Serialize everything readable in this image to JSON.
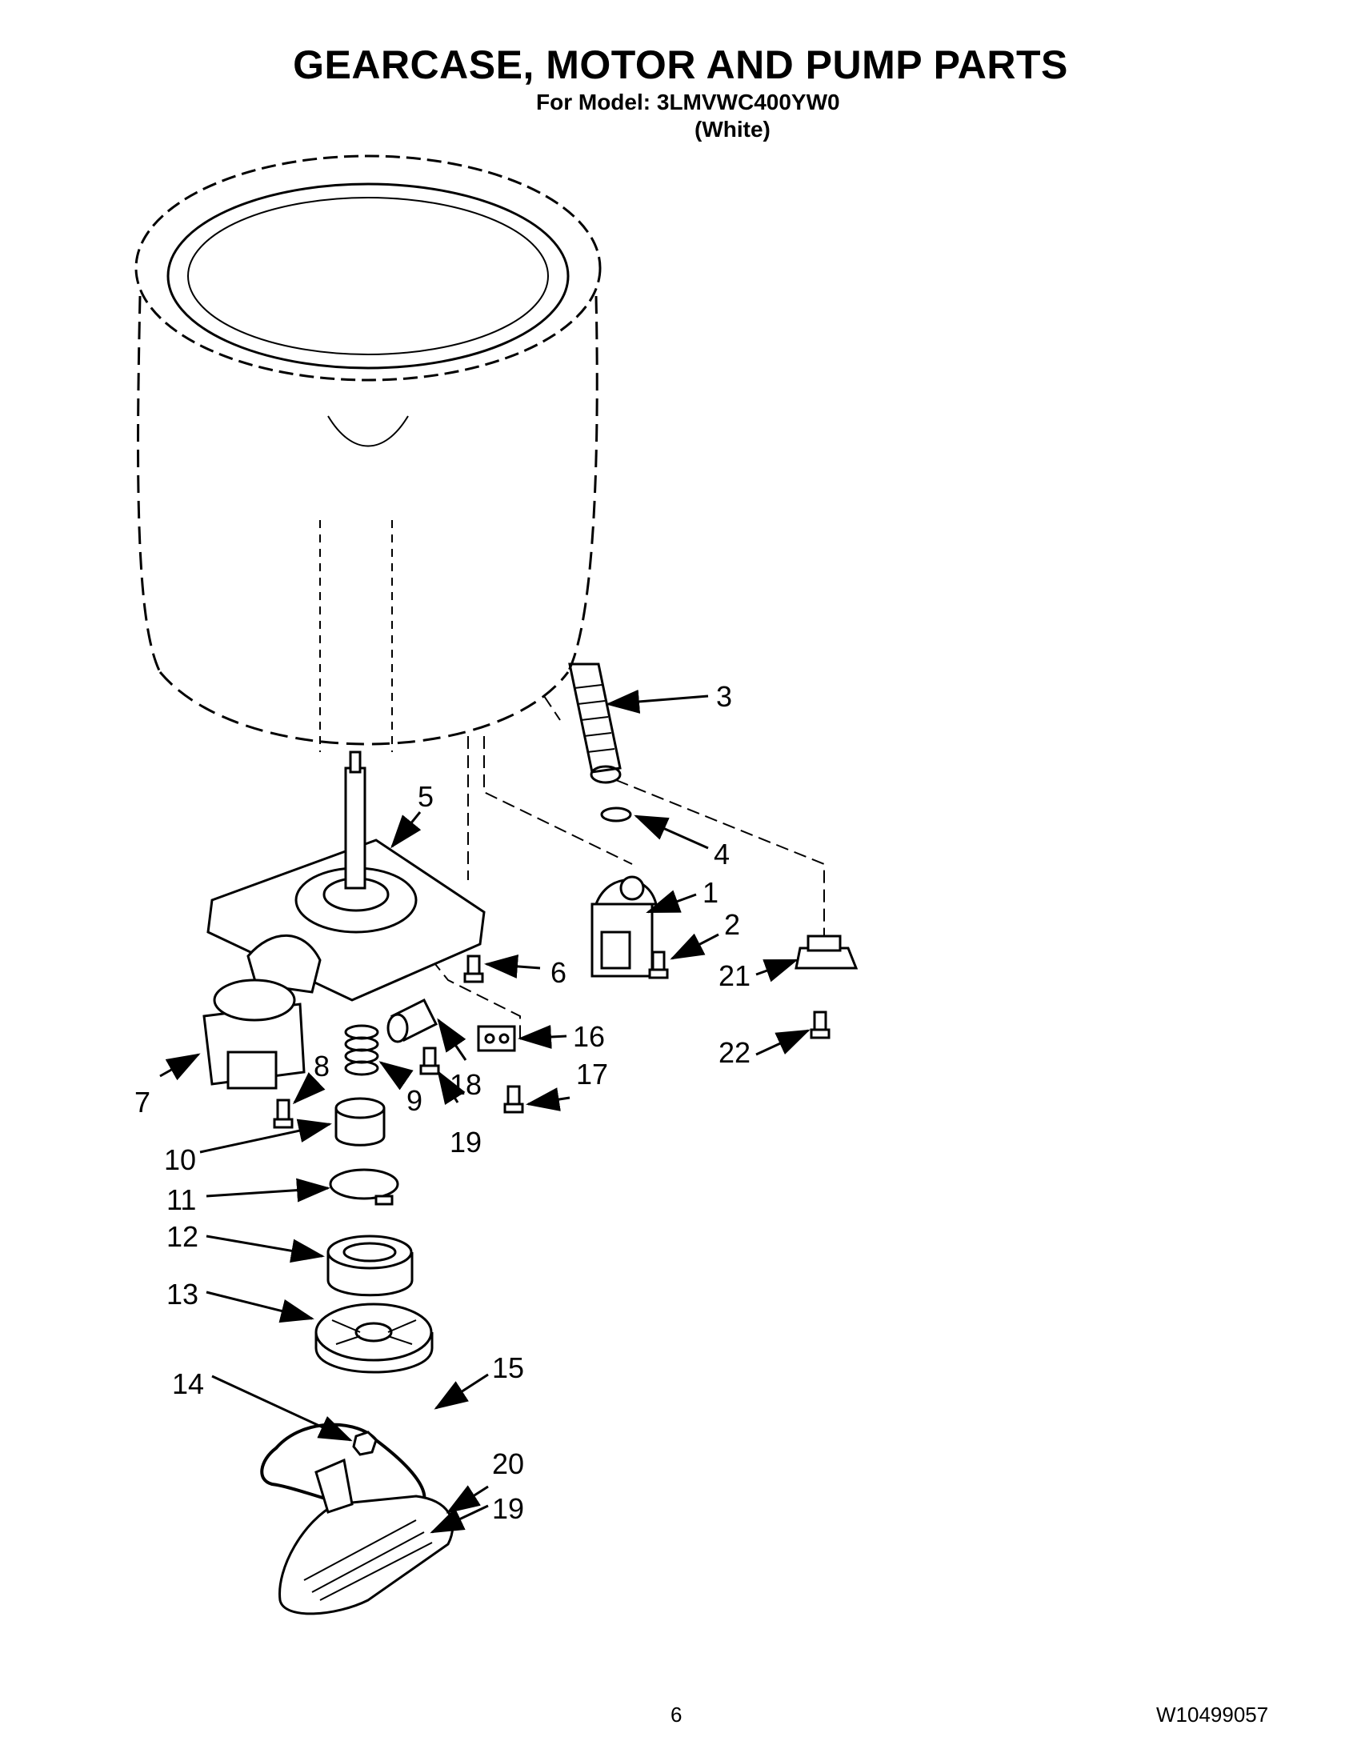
{
  "title": "GEARCASE, MOTOR AND PUMP PARTS",
  "model_line": "For Model: 3LMVWC400YW0",
  "color_line": "(White)",
  "footer": {
    "page": "6",
    "doc_number": "W10499057"
  },
  "callouts": [
    {
      "id": "c1",
      "label": "1"
    },
    {
      "id": "c2",
      "label": "2"
    },
    {
      "id": "c3",
      "label": "3"
    },
    {
      "id": "c4",
      "label": "4"
    },
    {
      "id": "c5",
      "label": "5"
    },
    {
      "id": "c6",
      "label": "6"
    },
    {
      "id": "c7",
      "label": "7"
    },
    {
      "id": "c8",
      "label": "8"
    },
    {
      "id": "c9",
      "label": "9"
    },
    {
      "id": "c10",
      "label": "10"
    },
    {
      "id": "c11",
      "label": "11"
    },
    {
      "id": "c12",
      "label": "12"
    },
    {
      "id": "c13",
      "label": "13"
    },
    {
      "id": "c14",
      "label": "14"
    },
    {
      "id": "c15",
      "label": "15"
    },
    {
      "id": "c16",
      "label": "16"
    },
    {
      "id": "c17",
      "label": "17"
    },
    {
      "id": "c18",
      "label": "18"
    },
    {
      "id": "c19a",
      "label": "19"
    },
    {
      "id": "c19b",
      "label": "19"
    },
    {
      "id": "c20",
      "label": "20"
    },
    {
      "id": "c21",
      "label": "21"
    },
    {
      "id": "c22",
      "label": "22"
    }
  ]
}
